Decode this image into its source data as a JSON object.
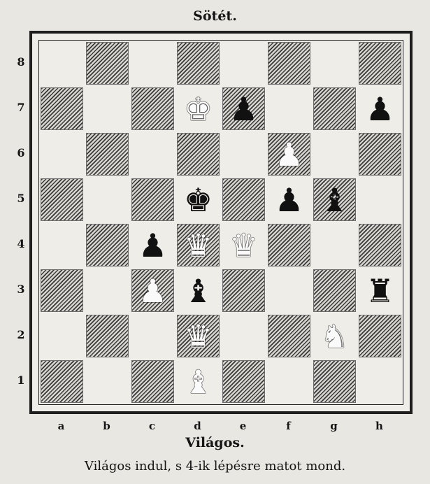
{
  "top_label": "Sötét.",
  "bottom_label": "Világos.",
  "caption": "Világos indul, s 4-ik lépésre matot mond.",
  "files": [
    "a",
    "b",
    "c",
    "d",
    "e",
    "f",
    "g",
    "h"
  ],
  "ranks": [
    "8",
    "7",
    "6",
    "5",
    "4",
    "3",
    "2",
    "1"
  ],
  "pieces": [
    {
      "square": "d7",
      "color": "white",
      "type": "king",
      "glyph": "♚"
    },
    {
      "square": "e7",
      "color": "black",
      "type": "pawn",
      "glyph": "♟"
    },
    {
      "square": "h7",
      "color": "black",
      "type": "pawn",
      "glyph": "♟"
    },
    {
      "square": "f6",
      "color": "white",
      "type": "pawn",
      "glyph": "♟"
    },
    {
      "square": "d5",
      "color": "black",
      "type": "king",
      "glyph": "♚"
    },
    {
      "square": "f5",
      "color": "black",
      "type": "pawn",
      "glyph": "♟"
    },
    {
      "square": "g5",
      "color": "black",
      "type": "bishop",
      "glyph": "♝"
    },
    {
      "square": "c4",
      "color": "black",
      "type": "pawn",
      "glyph": "♟"
    },
    {
      "square": "d4",
      "color": "white",
      "type": "queen",
      "glyph": "♛"
    },
    {
      "square": "e4",
      "color": "white",
      "type": "queen",
      "glyph": "♛"
    },
    {
      "square": "c3",
      "color": "white",
      "type": "pawn",
      "glyph": "♟"
    },
    {
      "square": "d3",
      "color": "black",
      "type": "bishop",
      "glyph": "♝"
    },
    {
      "square": "h3",
      "color": "black",
      "type": "rook",
      "glyph": "♜"
    },
    {
      "square": "d2",
      "color": "white",
      "type": "queen",
      "glyph": "♛"
    },
    {
      "square": "g2",
      "color": "white",
      "type": "knight",
      "glyph": "♞"
    },
    {
      "square": "d1",
      "color": "white",
      "type": "bishop",
      "glyph": "♝"
    }
  ]
}
